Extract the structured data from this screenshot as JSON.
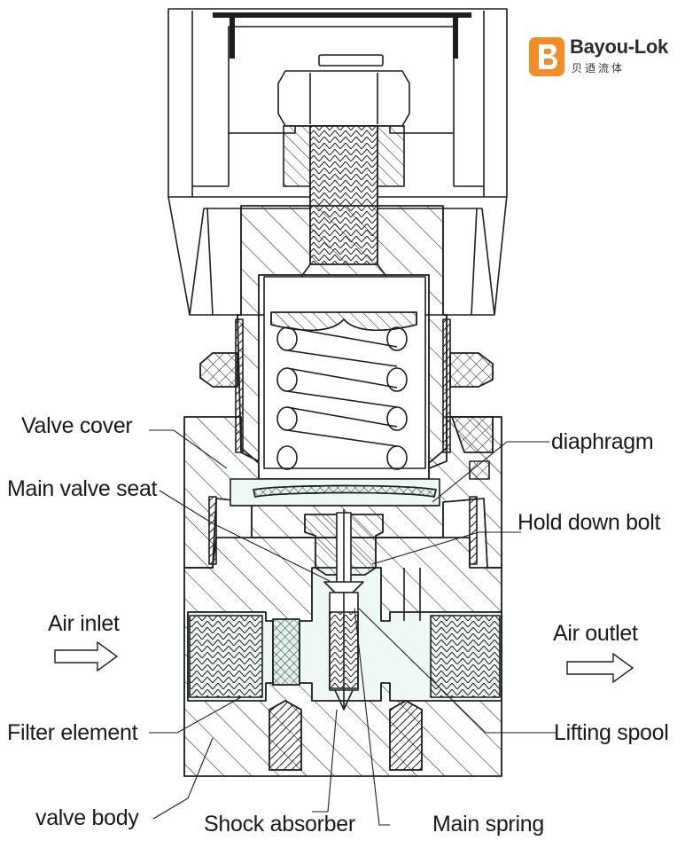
{
  "logo": {
    "brand": "Bayou-Lok",
    "subtitle": "贝迺流体",
    "accent": "#F28C28"
  },
  "labels": {
    "valve_cover": "Valve cover",
    "main_valve_seat": "Main valve seat",
    "air_inlet": "Air inlet",
    "filter_element": "Filter element",
    "valve_body": "valve body",
    "shock_absorber": "Shock absorber",
    "main_spring": "Main spring",
    "diaphragm": "diaphragm",
    "hold_down_bolt": "Hold down bolt",
    "air_outlet": "Air outlet",
    "lifting_spool": "Lifting spool"
  },
  "colors": {
    "line": "#1e1e1e",
    "fluid": "#dff3ec",
    "background": "#ffffff"
  }
}
